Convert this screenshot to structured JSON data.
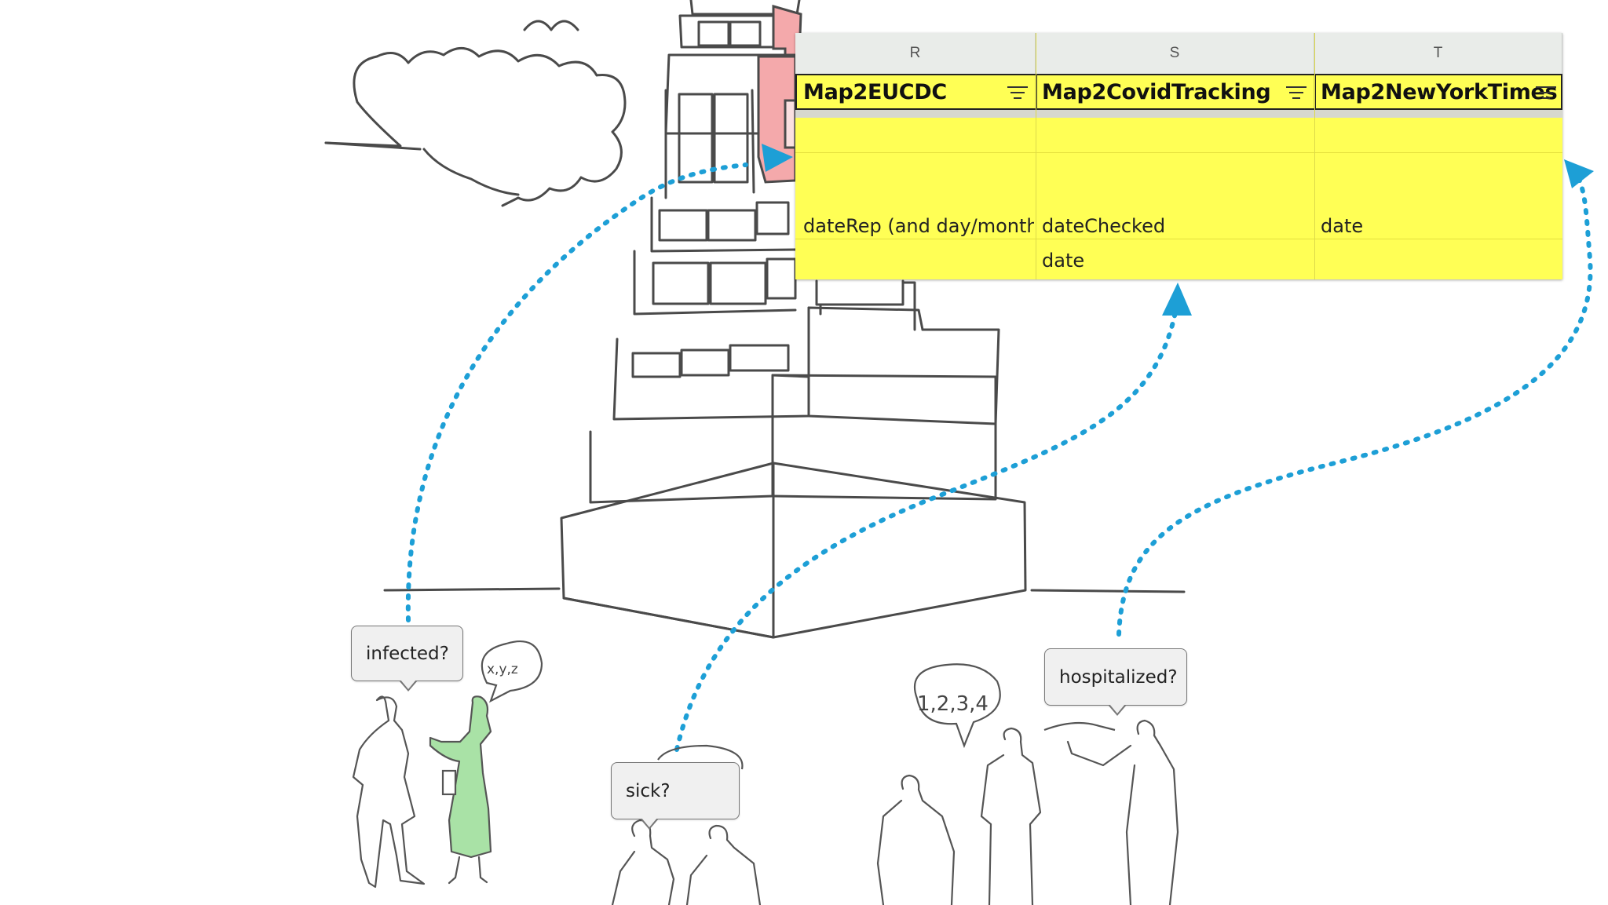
{
  "spreadsheet": {
    "columns": [
      {
        "letter": "R",
        "header": "Map2EUCDC",
        "cells": [
          "",
          "dateRep (and day/month/",
          ""
        ]
      },
      {
        "letter": "S",
        "header": "Map2CovidTracking",
        "cells": [
          "",
          "dateChecked",
          "date"
        ]
      },
      {
        "letter": "T",
        "header": "Map2NewYorkTimes",
        "cells": [
          "",
          "date",
          ""
        ]
      }
    ]
  },
  "bubbles": {
    "infected": "infected?",
    "sick": "sick?",
    "hospitalized": "hospitalized?"
  },
  "scribbles": {
    "xyz": "x,y,z",
    "numbers": "1,2,3,4"
  },
  "colors": {
    "highlight_yellow": "#ffff55",
    "arrow_blue": "#1d9fd6",
    "building_pink": "#f4a9ab",
    "dress_green": "#a9e2a6"
  }
}
